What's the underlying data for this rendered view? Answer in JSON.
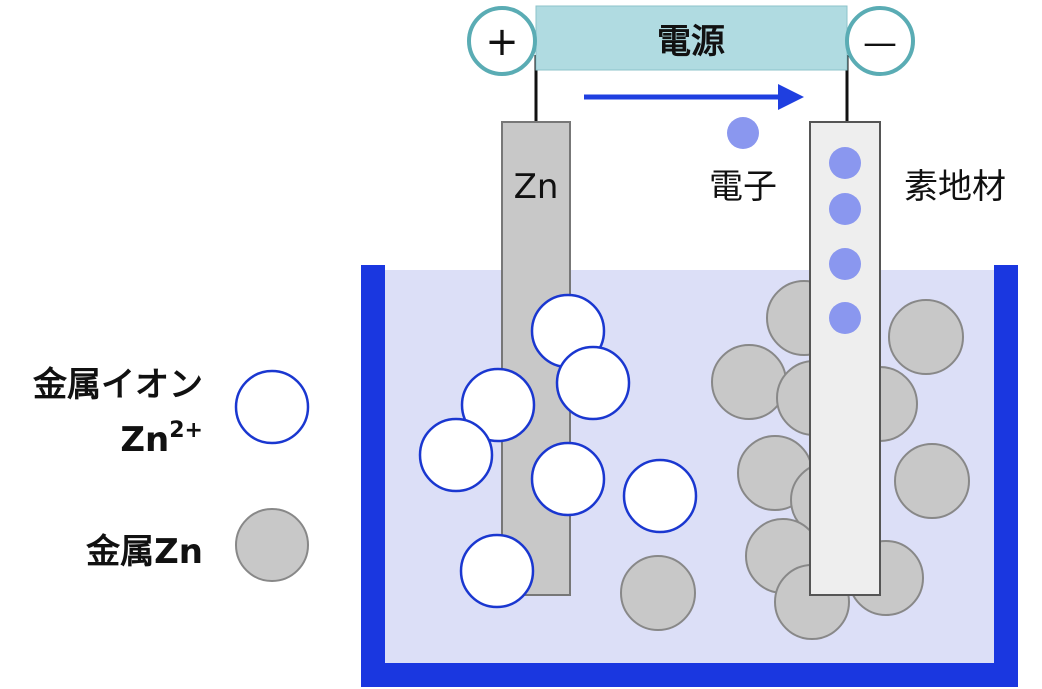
{
  "power_supply": {
    "label": "電源",
    "plus_symbol": "+",
    "minus_symbol": "—"
  },
  "anode": {
    "label": "Zn"
  },
  "cathode": {
    "label": "素地材"
  },
  "electron": {
    "label": "電子"
  },
  "legend": {
    "ion": {
      "line1": "金属イオン",
      "line2_base": "Zn",
      "line2_sup": "2+"
    },
    "metal": {
      "label": "金属Zn"
    }
  },
  "colors": {
    "tank_wall": "#1a37e0",
    "electrolyte": "#dcdff7",
    "power_box": "#b0dbe1",
    "terminal_ring": "#5aacb4",
    "arrow": "#1f3fe0",
    "electron": "#8a97ef",
    "zn_metal": "#c8c8c8",
    "ion_stroke": "#1a37d0"
  }
}
